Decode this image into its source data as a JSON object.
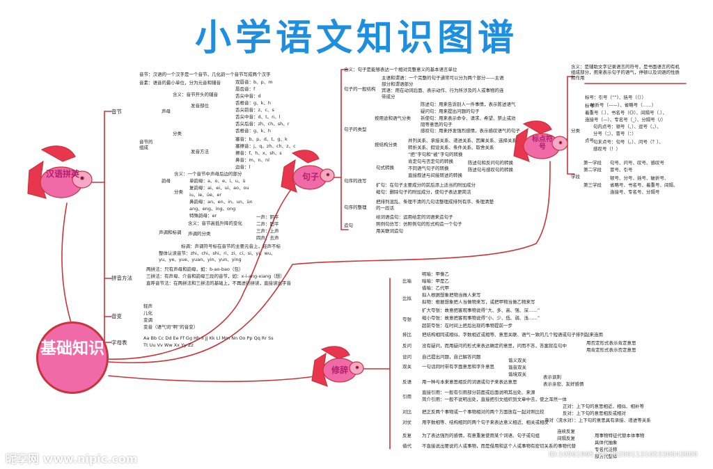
{
  "title": "小学语文知识图谱",
  "nodes": {
    "hanyu": "汉语拼英",
    "jichu": "基础知识",
    "juzi": "句子",
    "biaodian": "标点符号",
    "xiuci": "修辞"
  },
  "pinyin": {
    "yinjie": "音节",
    "yinjie_def": "音节：汉语的一个汉字是一个音节，几化韵一个音节写成两个汉字",
    "yinsu": "音素：语音的最小单位，分为元音和辅音",
    "zucheng": "音节的组成",
    "shengmu": "声母",
    "sm_def": "含义：音节开头的辅音",
    "fayin_buwei": "发音部位",
    "buwei_items": [
      "双唇音：b、p、m",
      "唇齿音：f",
      "舌尖中音：d",
      "舌根音：g、k、h",
      "舌尖前音：z、c、s",
      "舌尖中音：d、t、n、l",
      "舌尖后音：zh、ch、sh、r",
      "舌根音：g、k、h"
    ],
    "fenlei": "分类",
    "fayin_fangfa": "发音方法",
    "fangfa_items": [
      "塞音：b、p、d、t、g、k",
      "塞擦音：j、q、zh、ch、z、c",
      "擦音：f、h、x、sh、s",
      "鼻音：m、n、nl",
      "边音：l"
    ],
    "yunmu": "韵母",
    "ym_def": "含义：一个音节中声母后边的部分",
    "ym_fenlei": "分类",
    "danyun": "单韵母：a、o、e、i、u、ü",
    "fuyun1": "复韵母：ai、ei、ui、ao、ou",
    "fuyun2": "iu、ie、üe、er",
    "biyun1": "鼻韵母：an、en、in、un、ün",
    "biyun2": "ang、eng、ing、ong",
    "teshu": "特殊韵母：er",
    "shengdiao_label": "声调和标调",
    "sd_def": "含义：音节高低升降的变化",
    "sd_items": [
      "一声：阴平",
      "二声：阳平",
      "三声：上声",
      "四声：去声"
    ],
    "sd_fenlei": "声调的分类",
    "biaodiao": "标调：声调符号标在音节的主要元音上，轻声不标",
    "zhengti1": "整体认读音节：zhi、chi、shi、ri、zi、ci、si、yi、wu、",
    "zhengti2": "yu、ye、yue、yuan、yin、yun、ying",
    "pinyin_fangfa": "拼音方法",
    "py_items": [
      "两拼法：只有声母和韵母，如：b-ao-bao（包）",
      "三拼法：有声母、介音和韵母三段的音节，如：x-i-ang-xiang（想）",
      "直呼音节法：在两拼法和三拼法的基础上，不再进行拼读，直接读出字音"
    ],
    "yinbian": "音变",
    "yb_items": [
      "轻声",
      "儿化",
      "变调",
      "变音（语气词“啊”的音变）"
    ],
    "zimubiao": "字母表",
    "zimu1": "Aa Bb Cc Dd Ee Ff Gg Hh Ii Jj Kk Ll Mm Nn Oo Pp Qq Rr Ss",
    "zimu2": "Tt Uu Vv Ww Xx Yy Zz"
  },
  "sentence": {
    "hanyi": "含义：句子是能够表达一个相对完整意义的基本语言单位",
    "yiban": "句子的一般结构",
    "yiban_items": [
      "主语和谓语：一个完整的句子通常可以分为两个部分——主语",
      "部分和谓语部分",
      "宾语：用在动词后面、表示动作、行为所涉及的人或事物的连",
      "带成分"
    ],
    "leixing": "句子的类型",
    "yongtu": "按用途和语气分类",
    "yongtu_items": [
      "陈述句：用来告诉别人一件事情，表示陈述语气",
      "疑问句：用来提出问题的句子",
      "祈使句：用来表示命令、请求、希望、禁止或劝",
      "阻等意思的句子",
      "感叹句：用来抒发强烈感情，表示感叹语气的句子"
    ],
    "jiegou": "按结构分类",
    "jiegou_items": [
      "并列关系、承接关系、递进关系、因果关系、选择关系",
      "转折关系、假设关系、条件关系、取舍关系"
    ],
    "zhuanhuan": "句式转换",
    "zh_items": [
      "“把”字句和“被”字句的转换",
      "肯定句与否定句的转换",
      "不同语气句子的转换",
      "直接叙述与间接转述的转换"
    ],
    "zh_right": [
      "陈述句和反问句的转换",
      "陈述句与感叹句的转换"
    ],
    "gaixie": "句序的改写",
    "gx_items": [
      "扩句：在句子主要成分的前后添上适当的附加成分",
      "缩句：删除句子的附加成分，使句子表达更简洁"
    ],
    "zhengli": "句序的整理",
    "zhengli_text": [
      "把排列混乱、条理不清的几句话整理成排列有序、条理清楚",
      "的一段话"
    ],
    "zaoju": "造句",
    "zaoju_items": [
      "给词语造句：运用给定的词语来造句子",
      "照例句仿写：仿照例句的形式构造一个句子",
      "用关联词造句"
    ]
  },
  "punctuation": {
    "hanyi": "含义：是辅助文字记录语言的符号，是书面语言的有机组成部分，用来表示句子的语气，停顿以及词语的性质和作用",
    "fenlei": "分类",
    "biaohao": "标号",
    "bh_items": [
      "标号：引号（“”）、括号（（））",
      "破折号（——）、省略号（……）",
      "着重号（.）、书名号（《》）、间隔号（.）、",
      "连接号（—）、专名号（_）、分隔号（/）"
    ],
    "dianhao": "点号",
    "dh_items": [
      "句内点号：顿号（、）、逗号（，）、",
      "分号（；）、冒号（：）",
      "句末点号：句号（。）、问号（？）、",
      "感叹号（！）"
    ],
    "xueduan": "学段",
    "xd1": "第一学段",
    "xd1_text": "句号、问号、叹号、感叹号",
    "xd2": "第二学段",
    "xd2_text": "冒号、引号",
    "xd3": "第三学段",
    "xd3_items": [
      "顿号、分号、括号、破折号、",
      "省略号、书名号、着重号、间隔、",
      "连接号、专名号、分隔号"
    ]
  },
  "rhetoric": {
    "biyu": "比喻",
    "by_items": [
      "明喻：甲像乙",
      "暗喻：甲是乙",
      "借喻：乙代甲"
    ],
    "niren": "比拟",
    "nr_items": [
      "拟人根据想象把物当做人来写",
      "拟物：根据想象把人当做物来写，或把甲物当做乙物来写"
    ],
    "kuazhang": "夸张",
    "kz_items": [
      "扩大夸张：故意把客观事物说得“大、多、高、强、深……”",
      "缩小夸张：故意把客观事物说得“小、少、低、弱、浅……”",
      "超前夸张：在时间上把后出现的事物提前一步"
    ],
    "paibi": "排比",
    "pb_text": "把结构相同或相似、字数相近或相等、意思关联、语气一致的几个短语或句子排列起来连用",
    "fanwen": "反问",
    "fw_text": "没有疑问，而用疑问的形式来表达确定的意思，问而不答，答案就在句中",
    "fw_right": [
      "用否定形式表示肯定意思",
      "用肯定形式表示否定意思"
    ],
    "shewen": "设问",
    "sw_text": "自己提出问题，自己解答问题",
    "shuangguan": "双关",
    "sg_text": "一句话同时带有字面意思和字外意思",
    "sg_right": [
      "谐义双关",
      "谐音双关",
      "谐境双关"
    ],
    "fanyu": "反语",
    "fy_text": "用一种与本来意思相反的词语或句子来表达意思",
    "fy_right": [
      "表示讽刺",
      "表示亲密、友好感情"
    ],
    "yinyong": "引用",
    "yy_items": [
      "直接引用：一般有引用部分前面或后面说明其出处、来源",
      "简介引用：一般不说明出处，直接把引文组织到文章中去，使之浑然一体"
    ],
    "duibi": "对比",
    "db_text": "把正反两个事物或一个事物相对的两个方面放在一起对照比较",
    "db_right": [
      "正对：上下句的意思相近、相似、相补等",
      "反对：上下句的意思相反或相对",
      "串对（流水对）：上下句的意思具有承接、递进等关系"
    ],
    "duizhang": "对仗",
    "dz_text": "用字数相等、结构相同的两个句子来表达意义相近、相关或相反",
    "fanfu": "反复",
    "ff_text": "为了表达强烈的感情，有意重复使用某个词语、句子或句组",
    "ff_right": [
      "连续反复",
      "间隔反复"
    ],
    "jiedai": "借代",
    "jd_text": "不直接说出要说的人或事物，而是借用和这个人或事物有密切关系的事物代替",
    "jd_right": [
      "用事物特征代替本体事物",
      "具体代抽象",
      "专名代泛称",
      "部分代整体"
    ]
  },
  "watermark": "昵享网 www.nipic.com",
  "watermark_id": "ID:10561965 NO:20200113105330043000"
}
